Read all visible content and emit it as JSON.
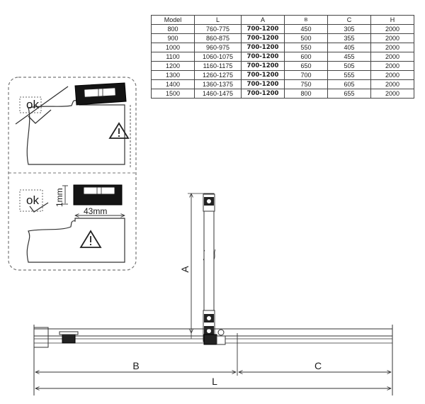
{
  "table": {
    "headers": [
      "Model",
      "L",
      "A",
      "B",
      "C",
      "H"
    ],
    "rows": [
      [
        "800",
        "760-775",
        "700-1200",
        "450",
        "305",
        "2000"
      ],
      [
        "900",
        "860-875",
        "700-1200",
        "500",
        "355",
        "2000"
      ],
      [
        "1000",
        "960-975",
        "700-1200",
        "550",
        "405",
        "2000"
      ],
      [
        "1100",
        "1060-1075",
        "700-1200",
        "600",
        "455",
        "2000"
      ],
      [
        "1200",
        "1160-1175",
        "700-1200",
        "650",
        "505",
        "2000"
      ],
      [
        "1300",
        "1260-1275",
        "700-1200",
        "700",
        "555",
        "2000"
      ],
      [
        "1400",
        "1360-1375",
        "700-1200",
        "750",
        "605",
        "2000"
      ],
      [
        "1500",
        "1460-1475",
        "700-1200",
        "800",
        "655",
        "2000"
      ]
    ]
  },
  "detail": {
    "top_status": "ok",
    "bottom_status": "ok",
    "vertical_dim": "1mm",
    "horizontal_dim": "43mm",
    "icons": [
      "crossed-out-ok-check-icon",
      "check-icon",
      "warning-icon",
      "level-tool-icon"
    ]
  },
  "drawing": {
    "dim_a": "A",
    "dim_b": "B",
    "dim_c": "C",
    "dim_l": "L"
  },
  "colors": {
    "line": "#333333",
    "panel_border": "#777777"
  }
}
